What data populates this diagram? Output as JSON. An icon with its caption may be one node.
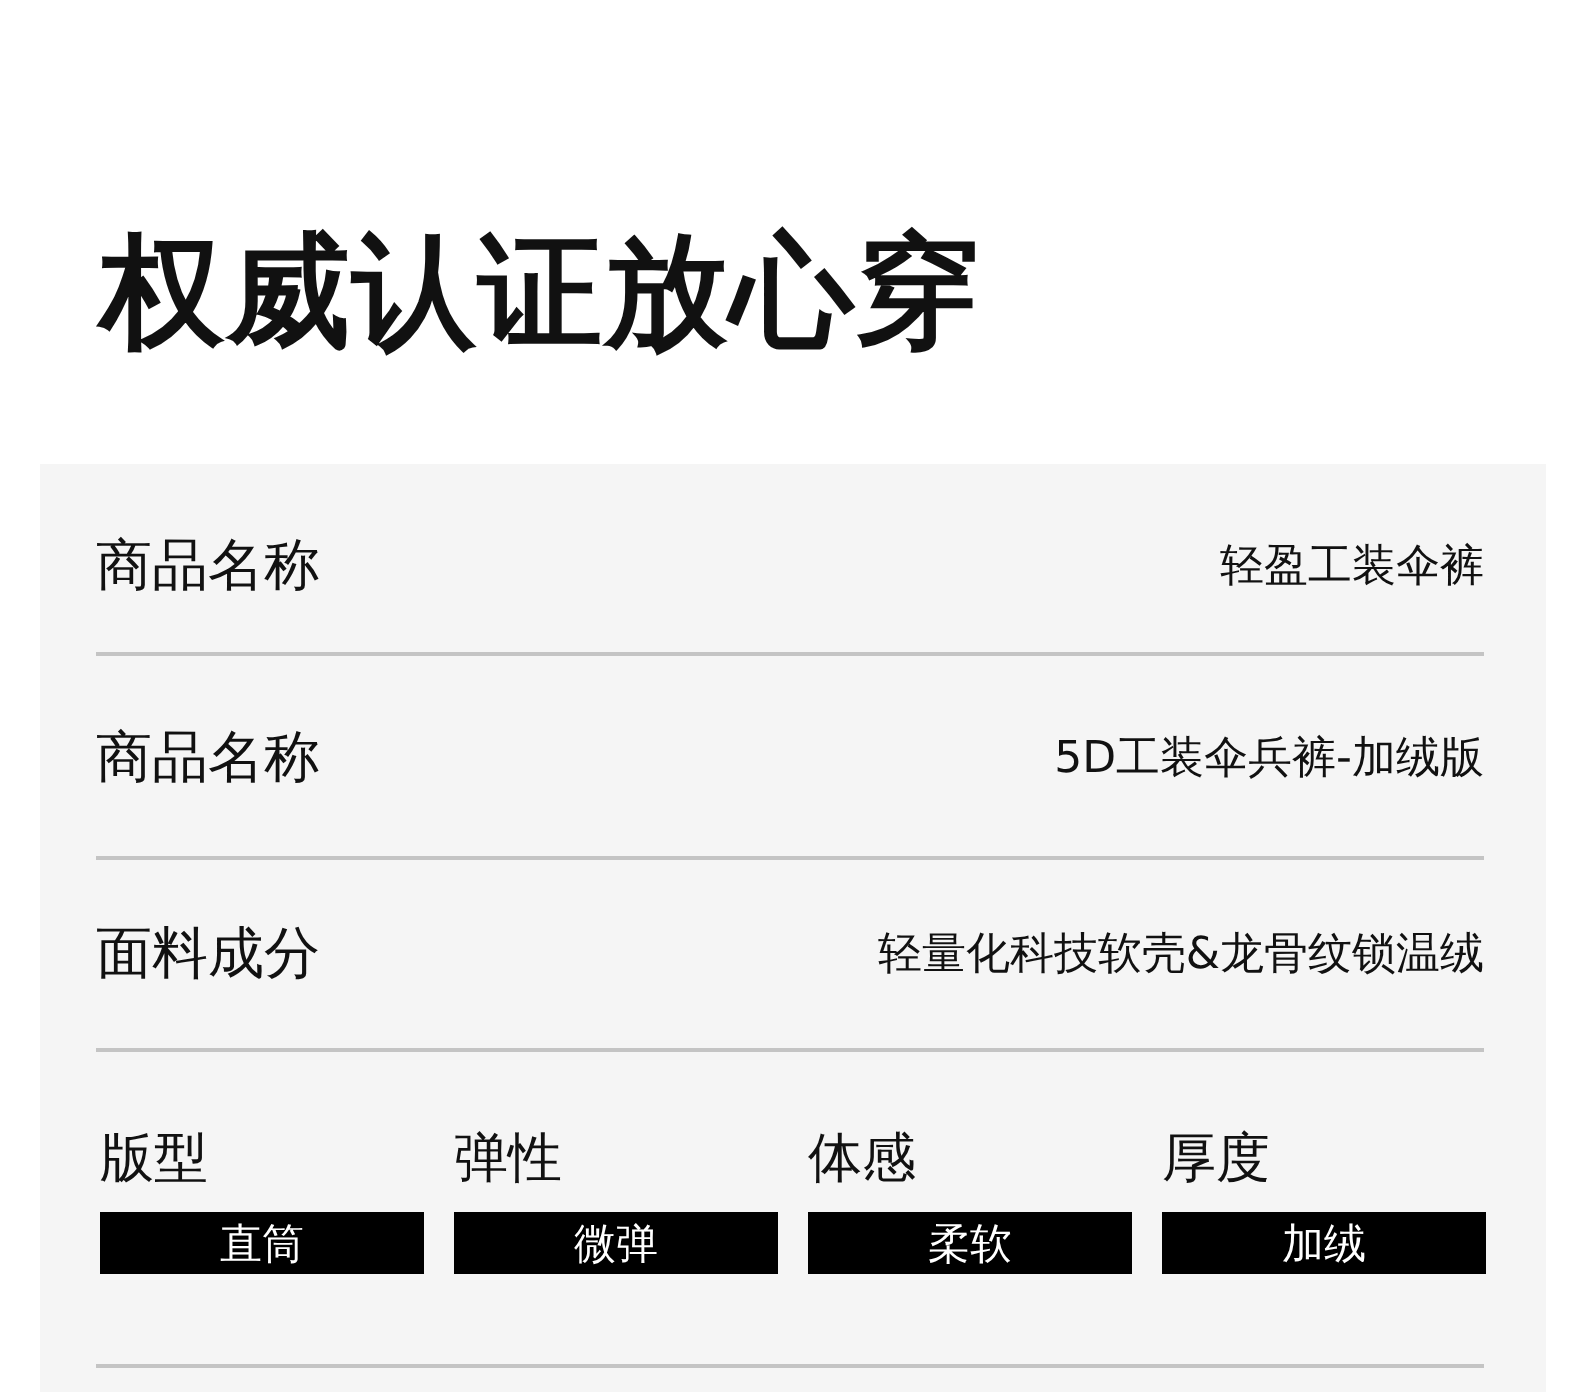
{
  "diagram": {
    "title": "权威认证放心穿",
    "nodes": [
      {
        "text": [
          "直筒"
        ]
      },
      {
        "text": [
          "微弹"
        ]
      },
      {
        "text": [
          "柔软"
        ]
      },
      {
        "text": [
          "加绒"
        ]
      }
    ],
    "labels": [
      "商品名称",
      "轻盈工装伞裤",
      "商品名称",
      "5D工装伞兵裤-加绒版",
      "面料成分",
      "轻量化科技软壳&龙骨纹锁温绒",
      "版型",
      "弹性",
      "体感",
      "厚度"
    ]
  }
}
